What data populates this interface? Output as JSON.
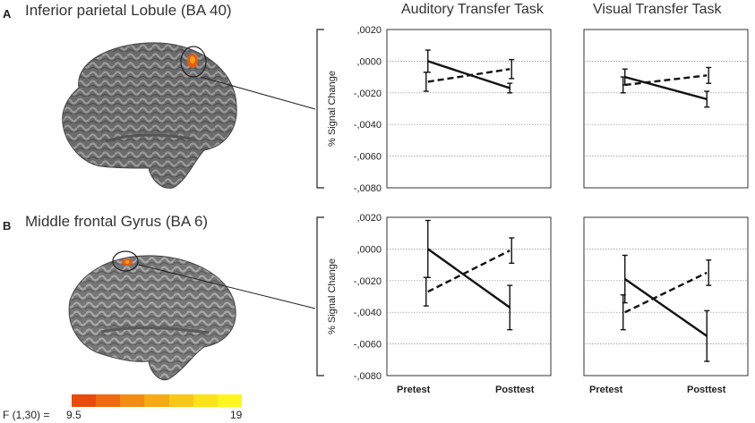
{
  "figure": {
    "panels": [
      {
        "letter": "A",
        "region": "Inferior parietal Lobule (BA 40)"
      },
      {
        "letter": "B",
        "region": "Middle frontal Gyrus (BA 6)"
      }
    ],
    "columns": [
      "Auditory Transfer Task",
      "Visual Transfer Task"
    ],
    "colorbar": {
      "label": "F (1,30)  =",
      "min": "9.5",
      "max": "19",
      "colors": [
        "#e84a0c",
        "#ef6a0e",
        "#f38c12",
        "#f6aa14",
        "#f9c817",
        "#fbe319",
        "#fdf51d"
      ]
    },
    "xlabels": [
      "Pretest",
      "Posttest"
    ]
  },
  "chart_data": [
    {
      "type": "line",
      "panel": "A",
      "task": "Auditory Transfer Task",
      "ylabel": "% Signal Change",
      "ylim": [
        -0.008,
        0.002
      ],
      "yticks": [
        ",0020",
        ",0000",
        "-,0020",
        "-,0040",
        "-,0060",
        "-,0080"
      ],
      "x": [
        "Pretest",
        "Posttest"
      ],
      "series": [
        {
          "style": "solid",
          "values": [
            0.0,
            -0.0017
          ],
          "err": [
            0.0007,
            0.0003
          ]
        },
        {
          "style": "dashed",
          "values": [
            -0.0013,
            -0.0005
          ],
          "err": [
            0.0006,
            0.0006
          ]
        }
      ]
    },
    {
      "type": "line",
      "panel": "A",
      "task": "Visual Transfer Task",
      "ylim": [
        -0.008,
        0.002
      ],
      "x": [
        "Pretest",
        "Posttest"
      ],
      "series": [
        {
          "style": "solid",
          "values": [
            -0.001,
            -0.0024
          ],
          "err": [
            0.0005,
            0.0005
          ]
        },
        {
          "style": "dashed",
          "values": [
            -0.0015,
            -0.0009
          ],
          "err": [
            0.0005,
            0.0005
          ]
        }
      ]
    },
    {
      "type": "line",
      "panel": "B",
      "task": "Auditory Transfer Task",
      "ylabel": "% Signal Change",
      "ylim": [
        -0.008,
        0.002
      ],
      "yticks": [
        ",0020",
        ",0000",
        "-,0020",
        "-,0040",
        "-,0060",
        "-,0080"
      ],
      "x": [
        "Pretest",
        "Posttest"
      ],
      "series": [
        {
          "style": "solid",
          "values": [
            0.0,
            -0.0037
          ],
          "err": [
            0.0018,
            0.0014
          ]
        },
        {
          "style": "dashed",
          "values": [
            -0.0027,
            -0.0001
          ],
          "err": [
            0.0009,
            0.0008
          ]
        }
      ]
    },
    {
      "type": "line",
      "panel": "B",
      "task": "Visual Transfer Task",
      "ylim": [
        -0.008,
        0.002
      ],
      "x": [
        "Pretest",
        "Posttest"
      ],
      "series": [
        {
          "style": "solid",
          "values": [
            -0.0019,
            -0.0055
          ],
          "err": [
            0.0015,
            0.0016
          ]
        },
        {
          "style": "dashed",
          "values": [
            -0.004,
            -0.0015
          ],
          "err": [
            0.0011,
            0.0008
          ]
        }
      ]
    }
  ]
}
